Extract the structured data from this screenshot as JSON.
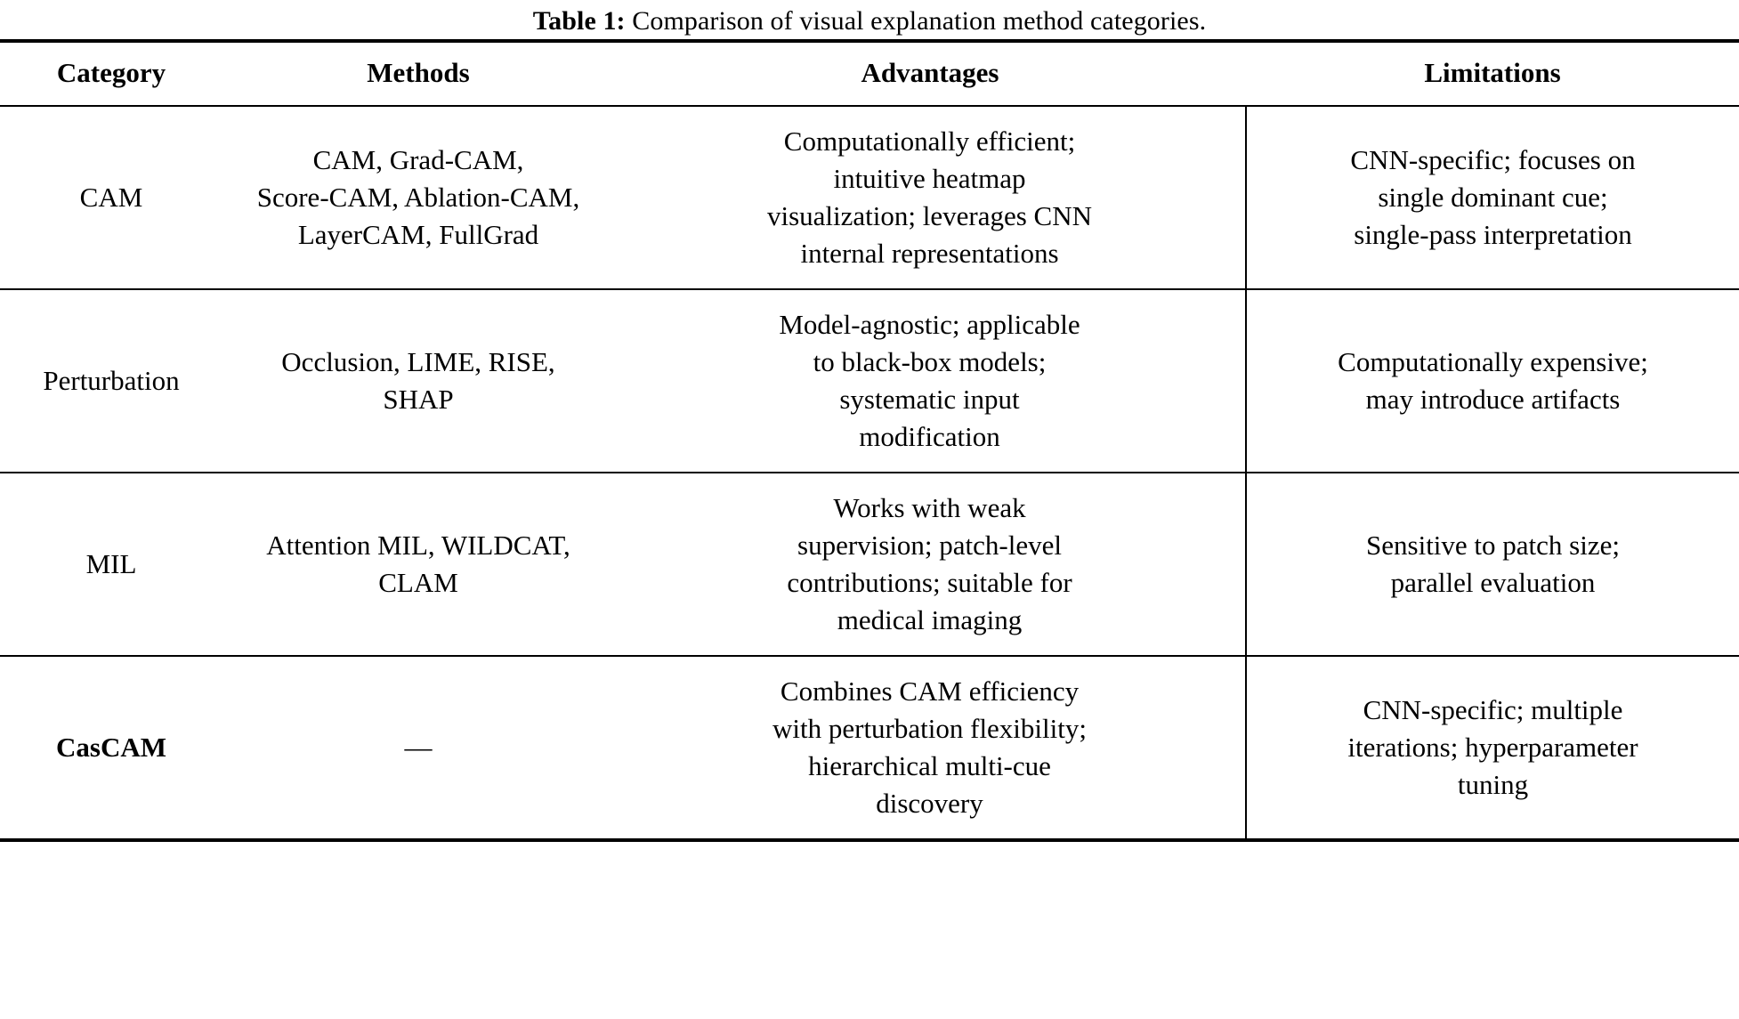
{
  "caption": {
    "label": "Table 1:",
    "text": "Comparison of visual explanation method categories."
  },
  "table": {
    "columns": [
      {
        "key": "category",
        "header": "Category"
      },
      {
        "key": "methods",
        "header": "Methods"
      },
      {
        "key": "advantages",
        "header": "Advantages"
      },
      {
        "key": "limitations",
        "header": "Limitations"
      }
    ],
    "rows": [
      {
        "category": "CAM",
        "category_bold": false,
        "methods_lines": [
          "CAM, Grad-CAM,",
          "Score-CAM, Ablation-CAM,",
          "LayerCAM, FullGrad"
        ],
        "methods": "CAM, Grad-CAM, Score-CAM, Ablation-CAM, LayerCAM, FullGrad",
        "advantages_lines": [
          "Computationally efficient;",
          "intuitive heatmap",
          "visualization; leverages CNN",
          "internal representations"
        ],
        "advantages": "Computationally efficient; intuitive heatmap visualization; leverages CNN internal representations",
        "limitations_lines": [
          "CNN-specific; focuses on",
          "single dominant cue;",
          "single-pass interpretation"
        ],
        "limitations": "CNN-specific; focuses on single dominant cue; single-pass interpretation"
      },
      {
        "category": "Perturbation",
        "category_bold": false,
        "methods_lines": [
          "Occlusion, LIME, RISE,",
          "SHAP"
        ],
        "methods": "Occlusion, LIME, RISE, SHAP",
        "advantages_lines": [
          "Model-agnostic; applicable",
          "to black-box models;",
          "systematic input",
          "modification"
        ],
        "advantages": "Model-agnostic; applicable to black-box models; systematic input modification",
        "limitations_lines": [
          "Computationally expensive;",
          "may introduce artifacts"
        ],
        "limitations": "Computationally expensive; may introduce artifacts"
      },
      {
        "category": "MIL",
        "category_bold": false,
        "methods_lines": [
          "Attention MIL, WILDCAT,",
          "CLAM"
        ],
        "methods": "Attention MIL, WILDCAT, CLAM",
        "advantages_lines": [
          "Works with weak",
          "supervision; patch-level",
          "contributions; suitable for",
          "medical imaging"
        ],
        "advantages": "Works with weak supervision; patch-level contributions; suitable for medical imaging",
        "limitations_lines": [
          "Sensitive to patch size;",
          "parallel evaluation"
        ],
        "limitations": "Sensitive to patch size; parallel evaluation"
      },
      {
        "category": "CasCAM",
        "category_bold": true,
        "methods_lines": [
          "—"
        ],
        "methods": "—",
        "advantages_lines": [
          "Combines CAM efficiency",
          "with perturbation flexibility;",
          "hierarchical multi-cue",
          "discovery"
        ],
        "advantages": "Combines CAM efficiency with perturbation flexibility; hierarchical multi-cue discovery",
        "limitations_lines": [
          "CNN-specific; multiple",
          "iterations; hyperparameter",
          "tuning"
        ],
        "limitations": "CNN-specific; multiple iterations; hyperparameter tuning"
      }
    ]
  }
}
